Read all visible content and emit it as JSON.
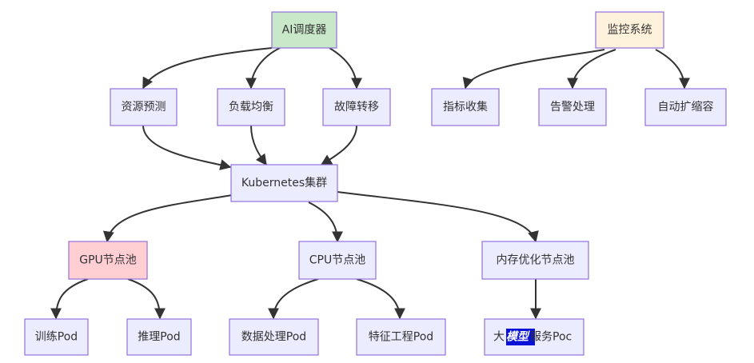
{
  "colors": {
    "default_fill": "#ececff",
    "default_stroke": "#9370db",
    "scheduler_fill": "#c9e7c9",
    "monitor_fill": "#fff2dc",
    "gpu_fill": "#ffcfd4",
    "edge": "#333333",
    "highlight": "#0a12d8"
  },
  "nodes": {
    "ai_scheduler": "AI调度器",
    "monitoring": "监控系统",
    "resource_prediction": "资源预测",
    "load_balancing": "负载均衡",
    "failover": "故障转移",
    "metrics_collection": "指标收集",
    "alert_handling": "告警处理",
    "autoscaling": "自动扩缩容",
    "k8s_cluster": "Kubernetes集群",
    "gpu_pool": "GPU节点池",
    "cpu_pool": "CPU节点池",
    "memory_pool": "内存优化节点池",
    "training_pod": "训练Pod",
    "inference_pod": "推理Pod",
    "data_processing_pod": "数据处理Pod",
    "feature_engineering_pod": "特征工程Pod",
    "llm_service_pod": {
      "prefix": "大",
      "highlight": "模型",
      "suffix": "服务Poc"
    }
  }
}
